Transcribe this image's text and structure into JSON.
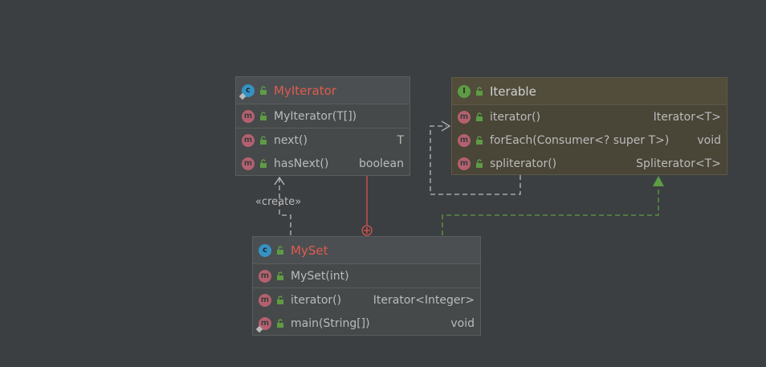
{
  "myiterator": {
    "title": "MyIterator",
    "constructor": "MyIterator(T[])",
    "methods": [
      {
        "name": "next()",
        "ret": "T"
      },
      {
        "name": "hasNext()",
        "ret": "boolean"
      }
    ]
  },
  "iterable": {
    "title": "Iterable",
    "methods": [
      {
        "name": "iterator()",
        "ret": "Iterator<T>"
      },
      {
        "name": "forEach(Consumer<? super T>)",
        "ret": "void"
      },
      {
        "name": "spliterator()",
        "ret": "Spliterator<T>"
      }
    ]
  },
  "myset": {
    "title": "MySet",
    "constructor": "MySet(int)",
    "methods": [
      {
        "name": "iterator()",
        "ret": "Iterator<Integer>"
      },
      {
        "name": "main(String[])",
        "ret": "void"
      }
    ]
  },
  "relations": {
    "create_label": "«create»"
  },
  "icons": {
    "class": "class-icon",
    "interface": "interface-icon",
    "method": "method-icon",
    "visibility": "public-lock-icon"
  },
  "colors": {
    "background": "#3c3f41",
    "class_title": "#e05b4f",
    "inner_class_link": "#d9534f",
    "realization": "#5d9c44",
    "dependency": "#bbbbbb"
  }
}
